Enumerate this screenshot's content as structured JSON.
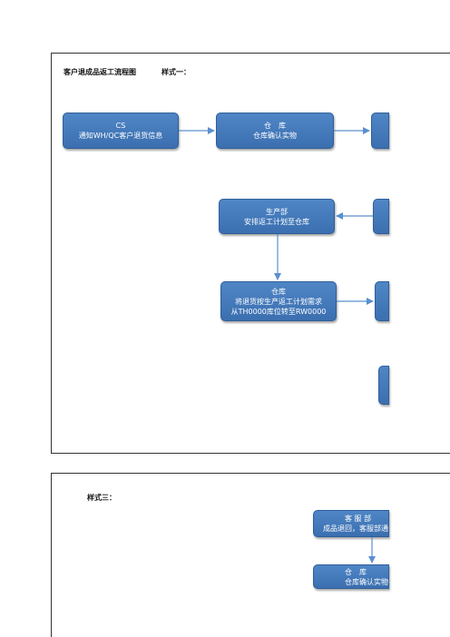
{
  "section1": {
    "title": "客户退成品返工流程图",
    "style_label": "样式一："
  },
  "section2": {
    "style_label": "样式三："
  },
  "nodes": {
    "cs_notify": {
      "line1": "CS",
      "line2": "通知WH/QC客户退货信息"
    },
    "warehouse_confirm": {
      "line1": "仓　库",
      "line2": "仓库确认实物"
    },
    "production_plan": {
      "line1": "生产部",
      "line2": "安排返工计划至仓库"
    },
    "warehouse_transfer": {
      "line1": "仓库",
      "line2": "将退货按生产返工计划需求",
      "line3": "从TH0000库位转至RW0000"
    },
    "cs_return": {
      "line1": "客 服 部",
      "line2": "成品退回，客服部通知"
    },
    "warehouse_confirm_2": {
      "line1": "仓　库",
      "line2": "仓库确认实物"
    }
  },
  "colors": {
    "box_fill": "#4a7fc1",
    "box_border": "#2f5f99",
    "arrow": "#5b8fd0"
  }
}
